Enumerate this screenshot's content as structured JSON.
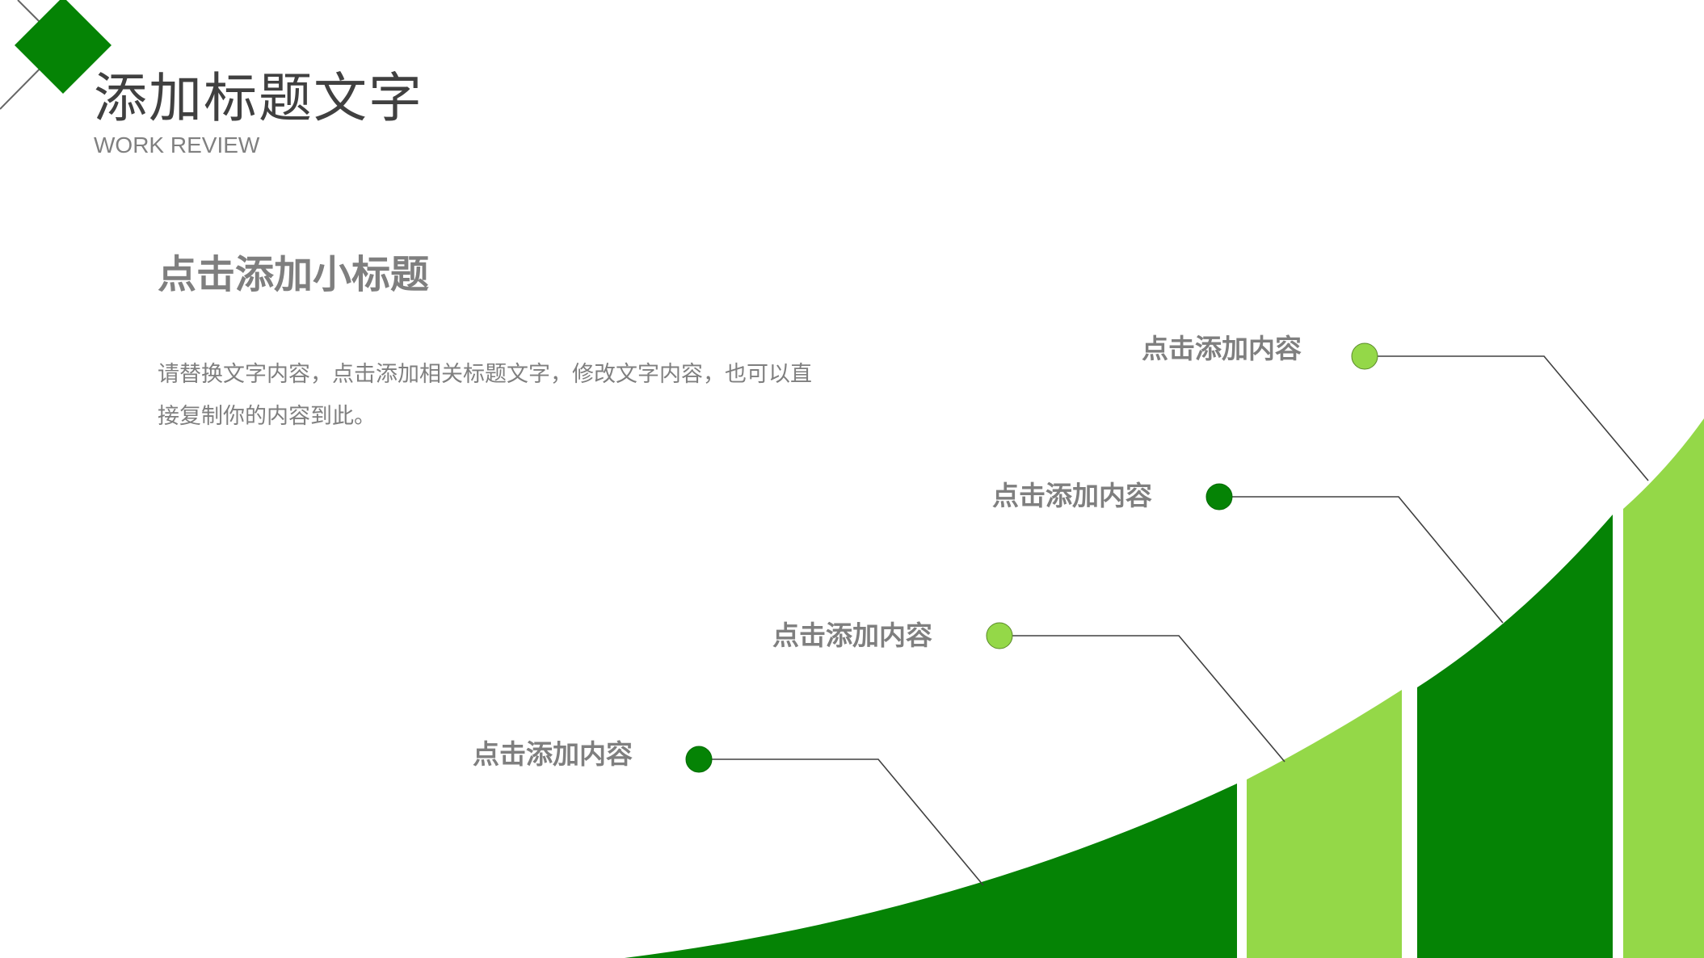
{
  "header": {
    "title": "添加标题文字",
    "subtitle_en": "WORK REVIEW"
  },
  "content": {
    "subtitle": "点击添加小标题",
    "paragraph_line1": "请替换文字内容，点击添加相关标题文字，修改文字内容，也可以直",
    "paragraph_line2": "接复制你的内容到此。"
  },
  "steps": [
    {
      "label": "点击添加内容",
      "dot_color": "#058305"
    },
    {
      "label": "点击添加内容",
      "dot_color": "#94d848"
    },
    {
      "label": "点击添加内容",
      "dot_color": "#058305"
    },
    {
      "label": "点击添加内容",
      "dot_color": "#94d848"
    }
  ],
  "colors": {
    "dark_green": "#058305",
    "light_green": "#94d848",
    "title_text": "#404040",
    "body_text": "#7f7f7f",
    "line": "#404040"
  }
}
